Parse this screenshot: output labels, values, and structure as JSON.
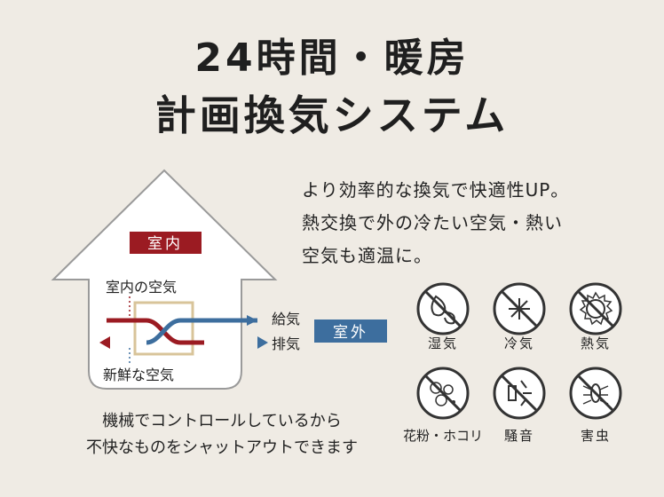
{
  "title": {
    "line1": "24時間・暖房",
    "line2": "計画換気システム"
  },
  "description": [
    "より効率的な換気で快適性UP。",
    "熱交換で外の冷たい空気・熱い",
    "空気も適温に。"
  ],
  "diagram": {
    "indoor_label": "室内",
    "outdoor_label": "室外",
    "indoor_air_label": "室内の空気",
    "fresh_air_label": "新鮮な空気",
    "supply_label": "給気",
    "exhaust_label": "排気"
  },
  "bottom_text": [
    "機械でコントロールしているから",
    "不快なものをシャットアウトできます"
  ],
  "icons": [
    {
      "name": "humidity-icon",
      "label": "湿気"
    },
    {
      "name": "cold-air-icon",
      "label": "冷気"
    },
    {
      "name": "heat-icon",
      "label": "熱気"
    },
    {
      "name": "pollen-dust-icon",
      "label": "花粉・ホコリ"
    },
    {
      "name": "noise-icon",
      "label": "騒音"
    },
    {
      "name": "insect-icon",
      "label": "害虫"
    }
  ],
  "colors": {
    "background": "#efebe4",
    "indoor_red": "#9b1b22",
    "outdoor_blue": "#3d6e9e",
    "frame_gold": "#d8c49a"
  }
}
